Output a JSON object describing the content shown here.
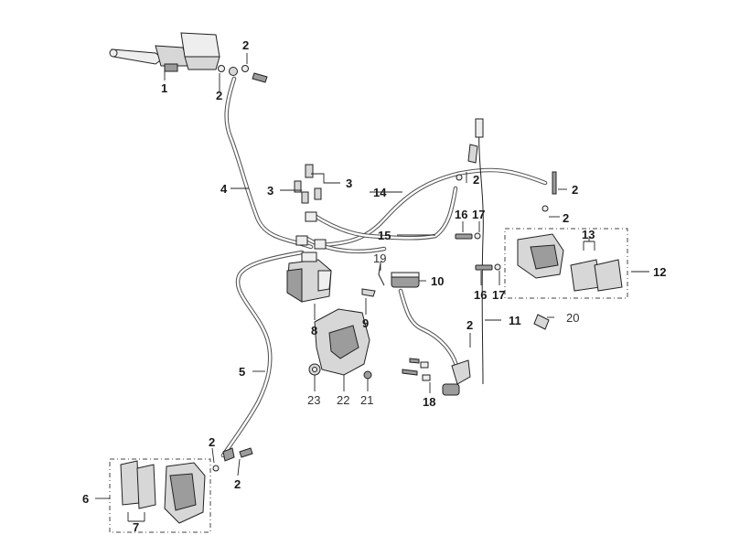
{
  "callouts": [
    {
      "id": "c1",
      "text": "1"
    },
    {
      "id": "c2a",
      "text": "2"
    },
    {
      "id": "c2b",
      "text": "2"
    },
    {
      "id": "c2c",
      "text": "2"
    },
    {
      "id": "c2d",
      "text": "2"
    },
    {
      "id": "c2e",
      "text": "2"
    },
    {
      "id": "c2f",
      "text": "2"
    },
    {
      "id": "c2g",
      "text": "2"
    },
    {
      "id": "c2h",
      "text": "2"
    },
    {
      "id": "c3a",
      "text": "3"
    },
    {
      "id": "c3b",
      "text": "3"
    },
    {
      "id": "c4",
      "text": "4"
    },
    {
      "id": "c5",
      "text": "5"
    },
    {
      "id": "c6",
      "text": "6"
    },
    {
      "id": "c7",
      "text": "7"
    },
    {
      "id": "c8",
      "text": "8"
    },
    {
      "id": "c9",
      "text": "9"
    },
    {
      "id": "c10",
      "text": "10"
    },
    {
      "id": "c11",
      "text": "11"
    },
    {
      "id": "c12",
      "text": "12"
    },
    {
      "id": "c13",
      "text": "13"
    },
    {
      "id": "c14",
      "text": "14"
    },
    {
      "id": "c15",
      "text": "15"
    },
    {
      "id": "c16a",
      "text": "16"
    },
    {
      "id": "c16b",
      "text": "16"
    },
    {
      "id": "c17a",
      "text": "17"
    },
    {
      "id": "c17b",
      "text": "17"
    },
    {
      "id": "c18",
      "text": "18"
    },
    {
      "id": "c19",
      "text": "19"
    },
    {
      "id": "c20",
      "text": "20"
    },
    {
      "id": "c21",
      "text": "21"
    },
    {
      "id": "c22",
      "text": "22"
    },
    {
      "id": "c23",
      "text": "23"
    }
  ]
}
